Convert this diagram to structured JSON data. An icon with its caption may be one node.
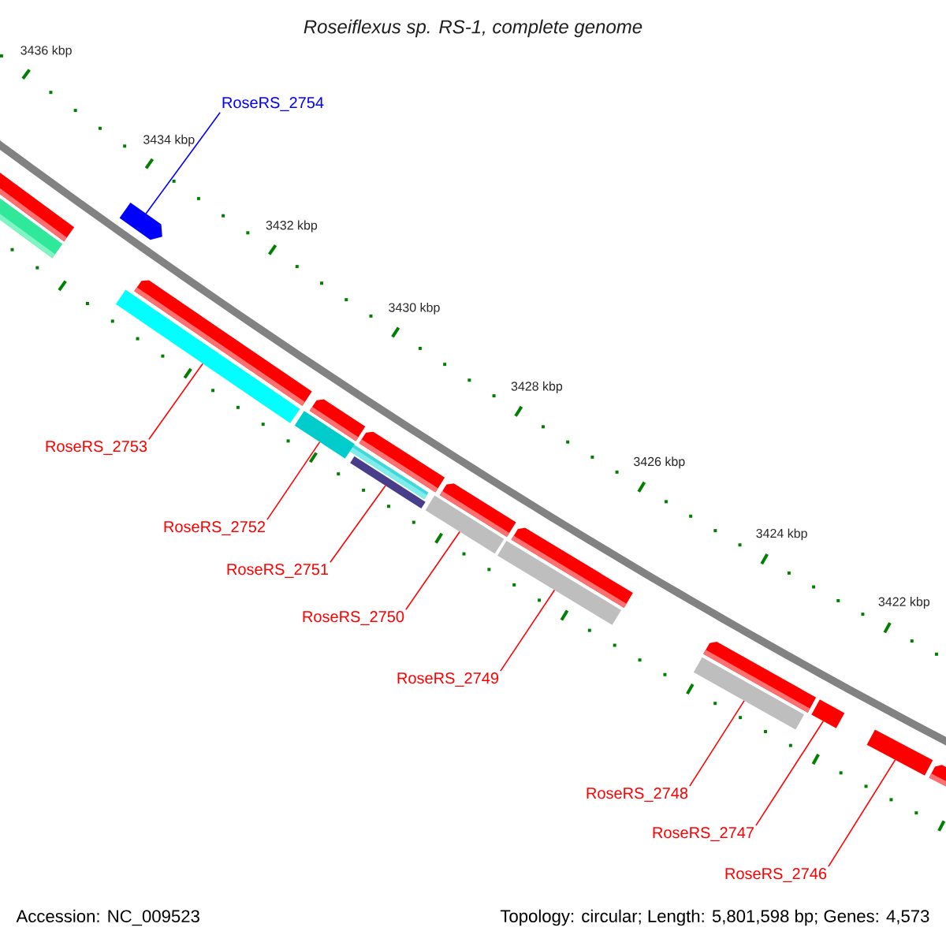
{
  "diagram": {
    "title": "Roseiflexus sp. RS-1, complete genome",
    "nodes": [
      {
        "text": [
          "RoseRS_2754"
        ]
      },
      {
        "text": [
          "RoseRS_2753"
        ]
      },
      {
        "text": [
          "RoseRS_2752"
        ]
      },
      {
        "text": [
          "RoseRS_2751"
        ]
      },
      {
        "text": [
          "RoseRS_2750"
        ]
      },
      {
        "text": [
          "RoseRS_2749"
        ]
      },
      {
        "text": [
          "RoseRS_2748"
        ]
      },
      {
        "text": [
          "RoseRS_2747"
        ]
      },
      {
        "text": [
          "RoseRS_2746"
        ]
      },
      {
        "text": [],
        "shape": "arrow"
      },
      {
        "text": [],
        "shape": "bar"
      },
      {
        "text": [],
        "shape": "bar"
      },
      {
        "text": [],
        "shape": "bar"
      },
      {
        "text": [],
        "shape": "bar"
      },
      {
        "text": [],
        "shape": "bar"
      },
      {
        "text": [],
        "shape": "bar"
      },
      {
        "text": [],
        "shape": "bar"
      },
      {
        "text": [],
        "shape": "bar"
      }
    ],
    "edges": [
      {
        "from": 0,
        "to": 9,
        "arrow": "none",
        "color": "#0000ff"
      },
      {
        "from": 1,
        "to": 10,
        "arrow": "none"
      },
      {
        "from": 2,
        "to": 11,
        "arrow": "none"
      },
      {
        "from": 3,
        "to": 12,
        "arrow": "none"
      },
      {
        "from": 4,
        "to": 13,
        "arrow": "none"
      },
      {
        "from": 5,
        "to": 14,
        "arrow": "none"
      },
      {
        "from": 6,
        "to": 15,
        "arrow": "none"
      },
      {
        "from": 7,
        "to": 16,
        "arrow": "none"
      },
      {
        "from": 8,
        "to": 17,
        "arrow": "none"
      }
    ],
    "labels": [
      "3436 kbp",
      "3434 kbp",
      "3432 kbp",
      "3430 kbp",
      "3428 kbp",
      "3426 kbp",
      "3424 kbp",
      "3422 kbp",
      "Accession: NC_009523",
      "Topology: circular; Length: 5,801,598 bp; Genes: 4,573"
    ]
  }
}
